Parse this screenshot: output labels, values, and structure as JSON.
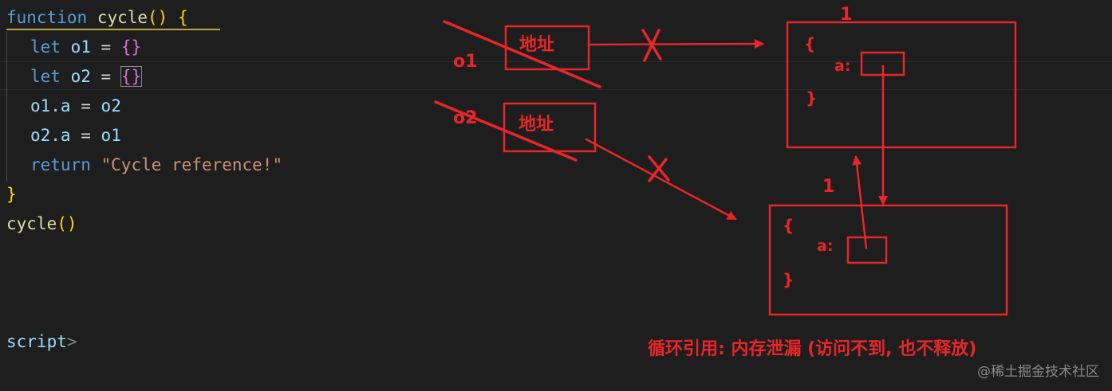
{
  "code": {
    "line1": {
      "kw": "function",
      "name": "cycle",
      "parens": "()",
      "brace": "{"
    },
    "line2": {
      "kw": "let",
      "var": "o1",
      "eq": "=",
      "obj": "{}"
    },
    "line3": {
      "kw": "let",
      "var": "o2",
      "eq": "=",
      "obj": "{}"
    },
    "line4": {
      "lhs": "o1.a",
      "eq": "=",
      "rhs": "o2"
    },
    "line5": {
      "lhs": "o2.a",
      "eq": "=",
      "rhs": "o1"
    },
    "line6": {
      "kw": "return",
      "str": "\"Cycle reference!\""
    },
    "line7": {
      "brace": "}"
    },
    "line8": {
      "name": "cycle",
      "parens": "()"
    },
    "line9": {
      "tag": "script",
      "close": ">"
    }
  },
  "diagram": {
    "var_o1": "o1",
    "var_o2": "o2",
    "addr1": "地址",
    "addr2": "地址",
    "obj_top": {
      "open": "{",
      "prop": "a:",
      "close": "}",
      "ref_count": "1"
    },
    "obj_bottom": {
      "open": "{",
      "prop": "a:",
      "close": "}",
      "ref_count": "1"
    },
    "cross_mark": "X"
  },
  "caption": "循环引用: 内存泄漏 (访问不到, 也不释放)",
  "watermark": "@稀土掘金技术社区",
  "colors": {
    "annotation_red": "#e8262a",
    "background": "#1e1e1e"
  }
}
